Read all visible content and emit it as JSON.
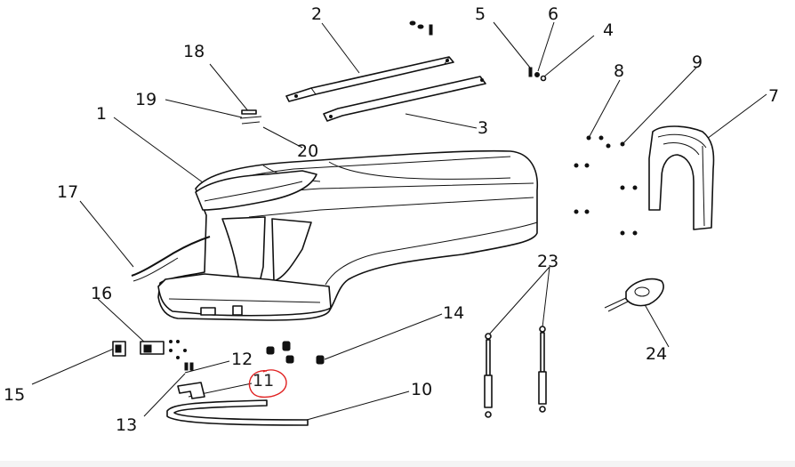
{
  "callouts": [
    {
      "id": "1",
      "text": "1"
    },
    {
      "id": "2",
      "text": "2"
    },
    {
      "id": "3",
      "text": "3"
    },
    {
      "id": "4",
      "text": "4"
    },
    {
      "id": "5",
      "text": "5"
    },
    {
      "id": "6",
      "text": "6"
    },
    {
      "id": "7",
      "text": "7"
    },
    {
      "id": "8",
      "text": "8"
    },
    {
      "id": "9",
      "text": "9"
    },
    {
      "id": "10",
      "text": "10"
    },
    {
      "id": "11",
      "text": "11"
    },
    {
      "id": "12",
      "text": "12"
    },
    {
      "id": "13",
      "text": "13"
    },
    {
      "id": "14",
      "text": "14"
    },
    {
      "id": "15",
      "text": "15"
    },
    {
      "id": "16",
      "text": "16"
    },
    {
      "id": "17",
      "text": "17"
    },
    {
      "id": "18",
      "text": "18"
    },
    {
      "id": "19",
      "text": "19"
    },
    {
      "id": "20",
      "text": "20"
    },
    {
      "id": "23",
      "text": "23"
    },
    {
      "id": "24",
      "text": "24"
    }
  ],
  "highlight": {
    "target": "11",
    "color": "#e02020"
  }
}
